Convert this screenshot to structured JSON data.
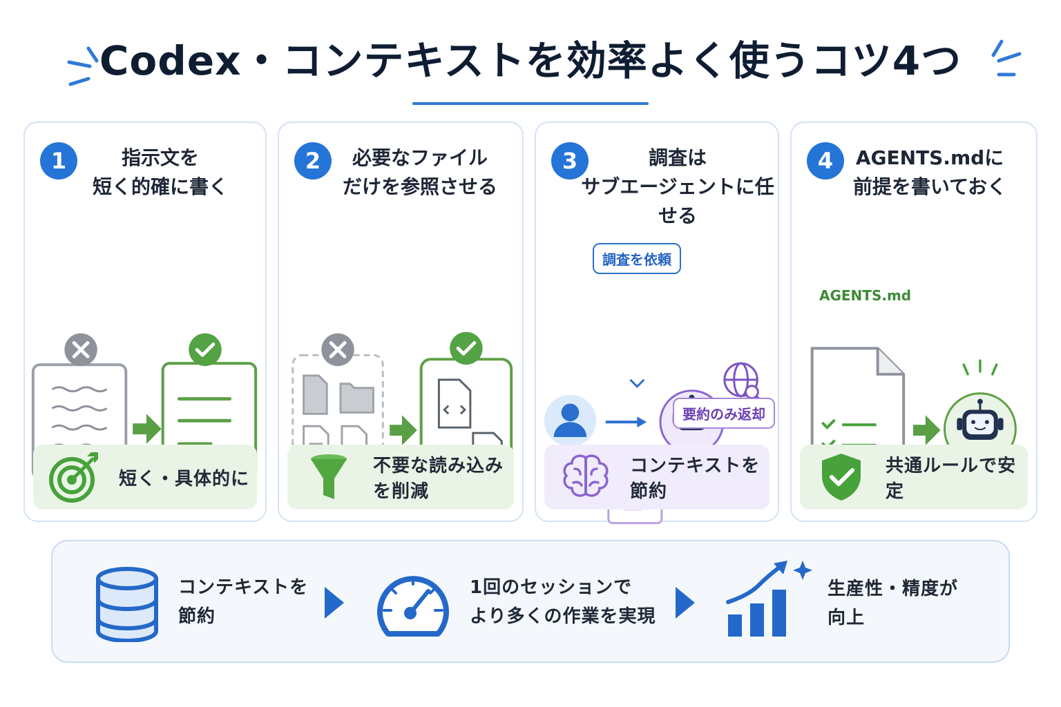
{
  "title": "Codex・コンテキストを効率よく使うコツ4つ",
  "accent_color": "#2574d8",
  "cards": [
    {
      "number": "1",
      "title": "指示文を\n短く的確に書く",
      "footer": "短く・具体的に",
      "footer_icon": "target-icon",
      "illustration": [
        "messy-message-icon",
        "clean-message-icon"
      ]
    },
    {
      "number": "2",
      "title": "必要なファイル\nだけを参照させる",
      "footer": "不要な読み込みを削減",
      "footer_icon": "funnel-icon",
      "illustration": [
        "many-files-icon",
        "selected-files-icon"
      ]
    },
    {
      "number": "3",
      "title": "調査は\nサブエージェントに任せる",
      "footer": "コンテキストを節約",
      "footer_icon": "brain-icon",
      "request_label": "調査を依頼",
      "return_label": "要約のみ返却"
    },
    {
      "number": "4",
      "title": "AGENTS.mdに\n前提を書いておく",
      "footer": "共通ルールで安定",
      "footer_icon": "shield-check-icon",
      "doc_label": "AGENTS.md"
    }
  ],
  "bottom": [
    {
      "text": "コンテキストを\n節約",
      "icon": "database-icon"
    },
    {
      "text": "1回のセッションで\nより多くの作業を実現",
      "icon": "gauge-icon"
    },
    {
      "text": "生産性・精度が\n向上",
      "icon": "growth-chart-icon"
    }
  ]
}
